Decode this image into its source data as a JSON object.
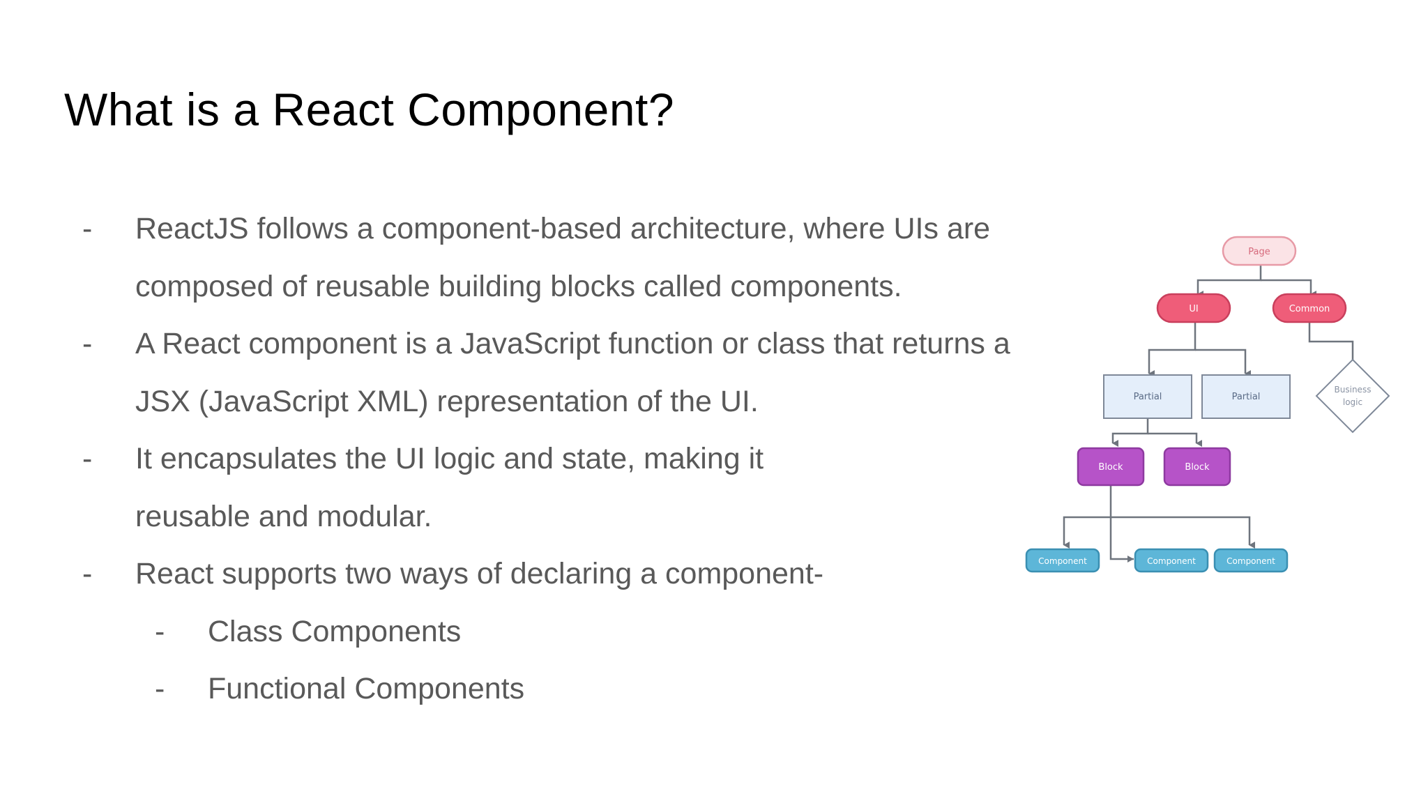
{
  "slide": {
    "title": "What is a React Component?",
    "bullets": [
      {
        "marker": "-",
        "text": "ReactJS follows a component-based architecture, where UIs are composed of reusable building blocks called components."
      },
      {
        "marker": "-",
        "text": "A React component is a JavaScript function or class that returns a JSX (JavaScript XML) representation of the UI."
      },
      {
        "marker": "-",
        "text": "It encapsulates the UI logic and state, making it reusable and modular."
      },
      {
        "marker": "-",
        "text": "React supports two ways of declaring a component-"
      }
    ],
    "sub_bullets": [
      {
        "marker": "-",
        "text": "Class Components"
      },
      {
        "marker": "-",
        "text": "Functional Components"
      }
    ]
  },
  "diagram": {
    "nodes": {
      "page": "Page",
      "ui": "UI",
      "common": "Common",
      "business_logic_line1": "Business",
      "business_logic_line2": "logic",
      "partial_1": "Partial",
      "partial_2": "Partial",
      "block_1": "Block",
      "block_2": "Block",
      "component_1": "Component",
      "component_2": "Component",
      "component_3": "Component"
    },
    "colors": {
      "page_fill": "#fbe3e6",
      "page_stroke": "#e79aa6",
      "page_text": "#d66a7c",
      "red_fill": "#ef5d79",
      "red_stroke": "#c93f5c",
      "partial_fill": "#e4eefa",
      "partial_stroke": "#7e8898",
      "purple_fill": "#b653c8",
      "purple_stroke": "#8e3aa0",
      "blue_fill": "#5db6d8",
      "blue_stroke": "#3a8fb2",
      "edge": "#6e747d",
      "text_dark": "#5a6b86",
      "text_light": "#ffffff"
    }
  }
}
